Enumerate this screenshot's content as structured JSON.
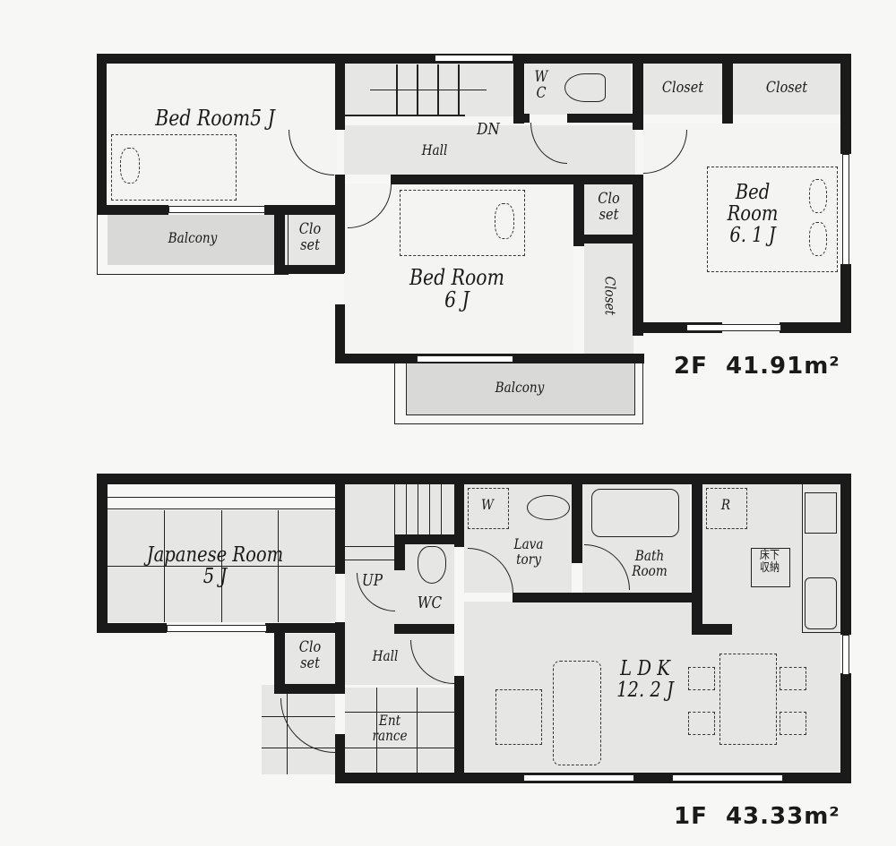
{
  "floor2": {
    "area_label": "2F  41.91m²",
    "rooms": {
      "bedroom5": "Bed Room5 J",
      "balcony_left": "Balcony",
      "closet_left": "Clo\nset",
      "hall": "Hall",
      "stairs_dn": "DN",
      "wc": "W\nC",
      "bedroom6": "Bed Room\n6 J",
      "closet_small": "Clo\nset",
      "closet_vertical": "Closet",
      "closet_top1": "Closet",
      "closet_top2": "Closet",
      "bedroom61": "Bed\nRoom\n6. 1 J",
      "balcony_center": "Balcony"
    }
  },
  "floor1": {
    "area_label": "1F  43.33m²",
    "rooms": {
      "japanese_room": "Japanese Room\n5 J",
      "closet": "Clo\nset",
      "stairs_up": "UP",
      "wc": "WC",
      "hall": "Hall",
      "entrance": "Ent\nrance",
      "washer": "W",
      "lavatory": "Lava\ntory",
      "bathroom": "Bath\nRoom",
      "refrigerator": "R",
      "underfloor_storage": "床下\n収納",
      "ldk": "L D K\n12. 2 J"
    }
  }
}
